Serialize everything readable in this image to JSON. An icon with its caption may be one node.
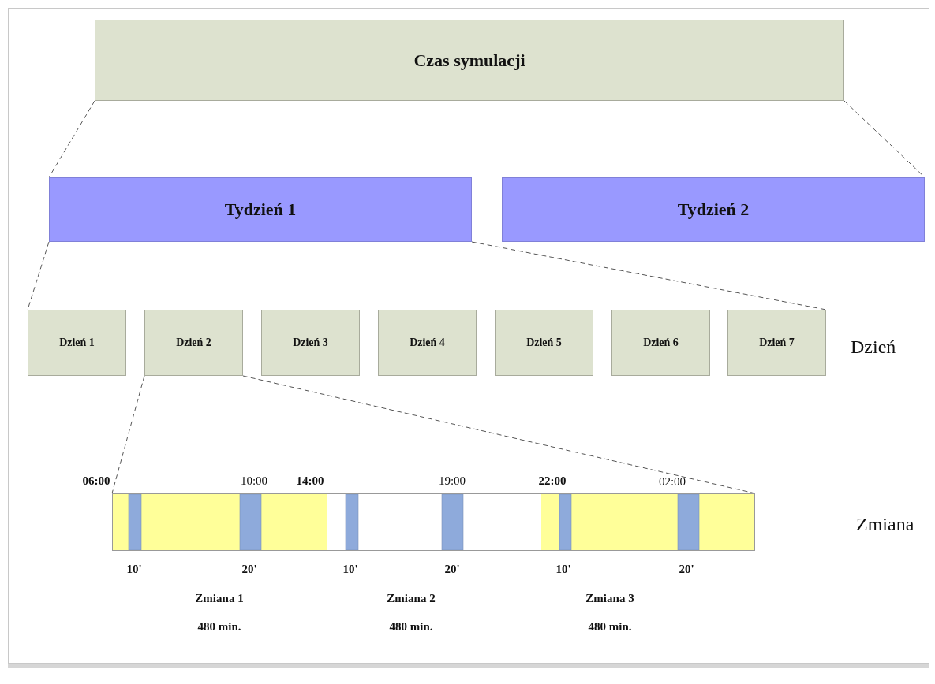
{
  "diagram": {
    "nodes": [
      {
        "text": [
          "Czas symulacji"
        ]
      },
      {
        "text": [
          "Tydzień 1"
        ]
      },
      {
        "text": [
          "Tydzień 2"
        ]
      },
      {
        "text": [
          "Dzień 1"
        ]
      },
      {
        "text": [
          "Dzień 2"
        ]
      },
      {
        "text": [
          "Dzień 3"
        ]
      },
      {
        "text": [
          "Dzień 4"
        ]
      },
      {
        "text": [
          "Dzień 5"
        ]
      },
      {
        "text": [
          "Dzień 6"
        ]
      },
      {
        "text": [
          "Dzień 7"
        ]
      },
      {
        "text": [],
        "shape": "bar"
      }
    ],
    "edges": [
      {
        "from": 0,
        "to": 1,
        "arrow": "none",
        "style": "dashed"
      },
      {
        "from": 0,
        "to": 2,
        "arrow": "none",
        "style": "dashed"
      },
      {
        "from": 1,
        "to": 3,
        "arrow": "none",
        "style": "dashed"
      },
      {
        "from": 1,
        "to": 9,
        "arrow": "none",
        "style": "dashed"
      },
      {
        "from": 4,
        "to": 10,
        "arrow": "none",
        "style": "dashed"
      },
      {
        "from": 4,
        "to": 10,
        "arrow": "none",
        "style": "dashed"
      }
    ],
    "labels": [
      "Dzień",
      "06:00",
      "10:00",
      "14:00",
      "19:00",
      "22:00",
      "02:00",
      "Zmiana",
      "10'",
      "20'",
      "10'",
      "20'",
      "10'",
      "20'",
      "Zmiana 1",
      "Zmiana 2",
      "Zmiana 3",
      "480 min.",
      "480 min.",
      "480 min."
    ]
  }
}
